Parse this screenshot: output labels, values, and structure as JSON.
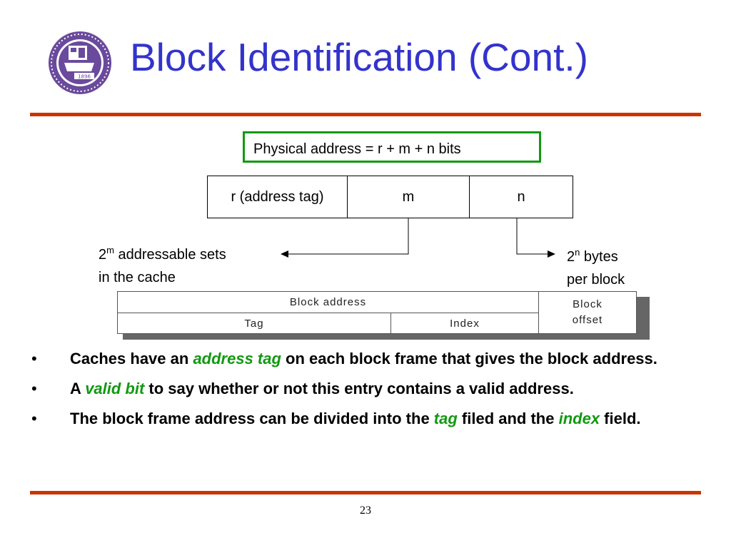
{
  "slide": {
    "title": "Block Identification (Cont.)",
    "page_number": "23"
  },
  "logo": {
    "year_text": "1896"
  },
  "colors": {
    "title": "#3333cc",
    "rule": "#cc3300",
    "box_border": "#119911",
    "highlight": "#119911"
  },
  "address": {
    "physical_label": "Physical address = r + m + n bits",
    "fields": {
      "r": "r (address tag)",
      "m": "m",
      "n": "n"
    }
  },
  "annotations": {
    "sets": {
      "base": "2",
      "exp": "m",
      "line1_rest": " addressable sets",
      "line2": "in the cache"
    },
    "bytes": {
      "base": "2",
      "exp": "n",
      "line1_rest": " bytes",
      "line2": "per block"
    }
  },
  "block_diagram": {
    "block_address": "Block address",
    "tag": "Tag",
    "index": "Index",
    "offset_line1": "Block",
    "offset_line2": "offset"
  },
  "bullets": [
    {
      "marker": "•",
      "pre": "Caches have an ",
      "hl": "address tag",
      "post": " on each block frame that gives the block address."
    },
    {
      "marker": "•",
      "pre": "A ",
      "hl": "valid bit",
      "post": " to say whether or not this entry contains a valid address."
    },
    {
      "marker": "•",
      "pre": "The block frame address can be divided into the ",
      "hl": "tag",
      "mid": " filed and the ",
      "hl2": "index",
      "post": " field."
    }
  ]
}
